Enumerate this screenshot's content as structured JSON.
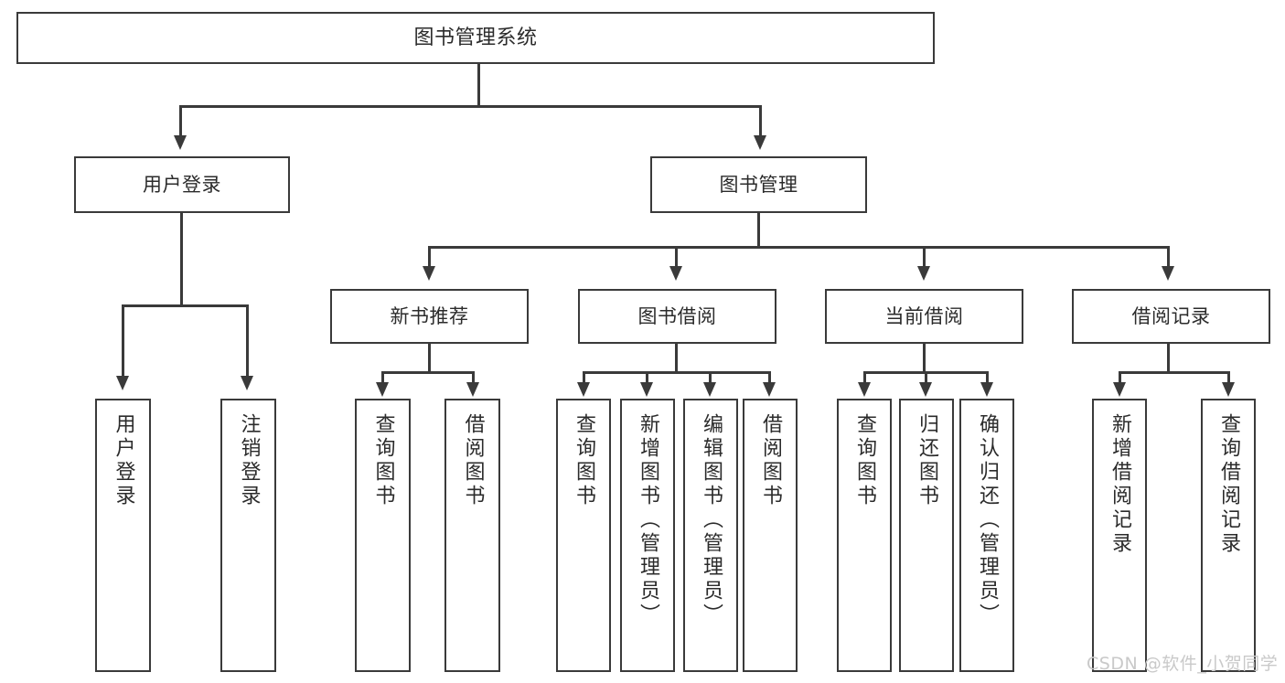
{
  "diagram": {
    "type": "tree",
    "title": "图书管理系统",
    "watermark": "CSDN @软件_小贺同学",
    "colors": {
      "box_border": "#3a3a3a",
      "box_fill": "#ffffff",
      "text": "#2b2b2b",
      "connector": "#3a3a3a",
      "watermark": "#c9c9c9",
      "background": "#ffffff"
    },
    "root": {
      "label": "图书管理系统"
    },
    "level1": [
      {
        "label": "用户登录"
      },
      {
        "label": "图书管理"
      }
    ],
    "level2": [
      {
        "label": "新书推荐"
      },
      {
        "label": "图书借阅"
      },
      {
        "label": "当前借阅"
      },
      {
        "label": "借阅记录"
      }
    ],
    "leaves": {
      "user_login": [
        {
          "label": "用户登录"
        },
        {
          "label": "注销登录"
        }
      ],
      "new_book_recommend": [
        {
          "label": "查询图书"
        },
        {
          "label": "借阅图书"
        }
      ],
      "book_borrow": [
        {
          "label": "查询图书"
        },
        {
          "label": "新增图书（管理员）"
        },
        {
          "label": "编辑图书（管理员）"
        },
        {
          "label": "借阅图书"
        }
      ],
      "current_borrow": [
        {
          "label": "查询图书"
        },
        {
          "label": "归还图书"
        },
        {
          "label": "确认归还（管理员）"
        }
      ],
      "borrow_record": [
        {
          "label": "新增借阅记录"
        },
        {
          "label": "查询借阅记录"
        }
      ]
    }
  }
}
